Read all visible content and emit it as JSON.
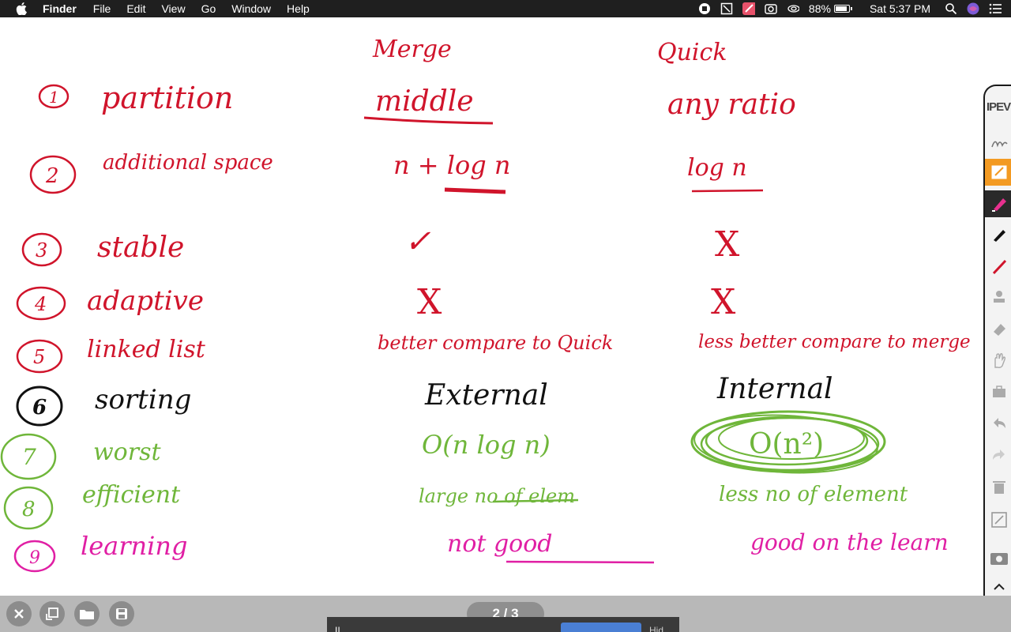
{
  "menubar": {
    "app_name": "Finder",
    "menus": [
      "File",
      "Edit",
      "View",
      "Go",
      "Window",
      "Help"
    ],
    "battery_percent": "88%",
    "battery_level": 0.88,
    "clock": "Sat 5:37 PM",
    "status_icons": [
      "record-icon",
      "crop-icon",
      "pen-app-icon",
      "camera-app-icon",
      "wifi-like-icon"
    ]
  },
  "board": {
    "headings": [
      "Merge",
      "Quick"
    ],
    "rows": [
      {
        "num": "1",
        "label": "partition",
        "merge": "middle",
        "quick": "any ratio",
        "color": "#d0142b"
      },
      {
        "num": "2",
        "label": "additional space",
        "merge": "n + log n",
        "quick": "log n",
        "color": "#d0142b"
      },
      {
        "num": "3",
        "label": "stable",
        "merge": "✓",
        "quick": "X",
        "color": "#d0142b"
      },
      {
        "num": "4",
        "label": "adaptive",
        "merge": "X",
        "quick": "X",
        "color": "#d0142b"
      },
      {
        "num": "5",
        "label": "linked list",
        "merge": "better compare to Quick",
        "quick": "less better compare to merge",
        "color": "#d0142b"
      },
      {
        "num": "6",
        "label": "sorting",
        "merge": "External",
        "quick": "Internal",
        "color": "#111111"
      },
      {
        "num": "7",
        "label": "worst",
        "merge": "O(n log n)",
        "quick": "O(n²)",
        "color": "#6fb63a"
      },
      {
        "num": "8",
        "label": "efficient",
        "merge": "large no of elem",
        "quick": "less no of element",
        "color": "#6fb63a"
      },
      {
        "num": "9",
        "label": "learning",
        "merge": "not good",
        "quick": "good on the learn",
        "color": "#e01fa4"
      }
    ]
  },
  "palette": {
    "brand": "IPEV",
    "tools": [
      "scribble-icon",
      "screen-annotate-icon",
      "highlighter-icon",
      "pen-black-icon",
      "pen-red-icon",
      "stamp-icon",
      "eraser-icon",
      "hand-icon",
      "toolbox-icon",
      "undo-icon",
      "redo-icon",
      "trash-icon",
      "capture-icon",
      "camera-icon",
      "collapse-icon"
    ]
  },
  "bottombar": {
    "page_indicator": "2 / 3",
    "notification": "II   ...   ",
    "notif_button_primary": "",
    "notif_button_secondary": "Hid"
  }
}
